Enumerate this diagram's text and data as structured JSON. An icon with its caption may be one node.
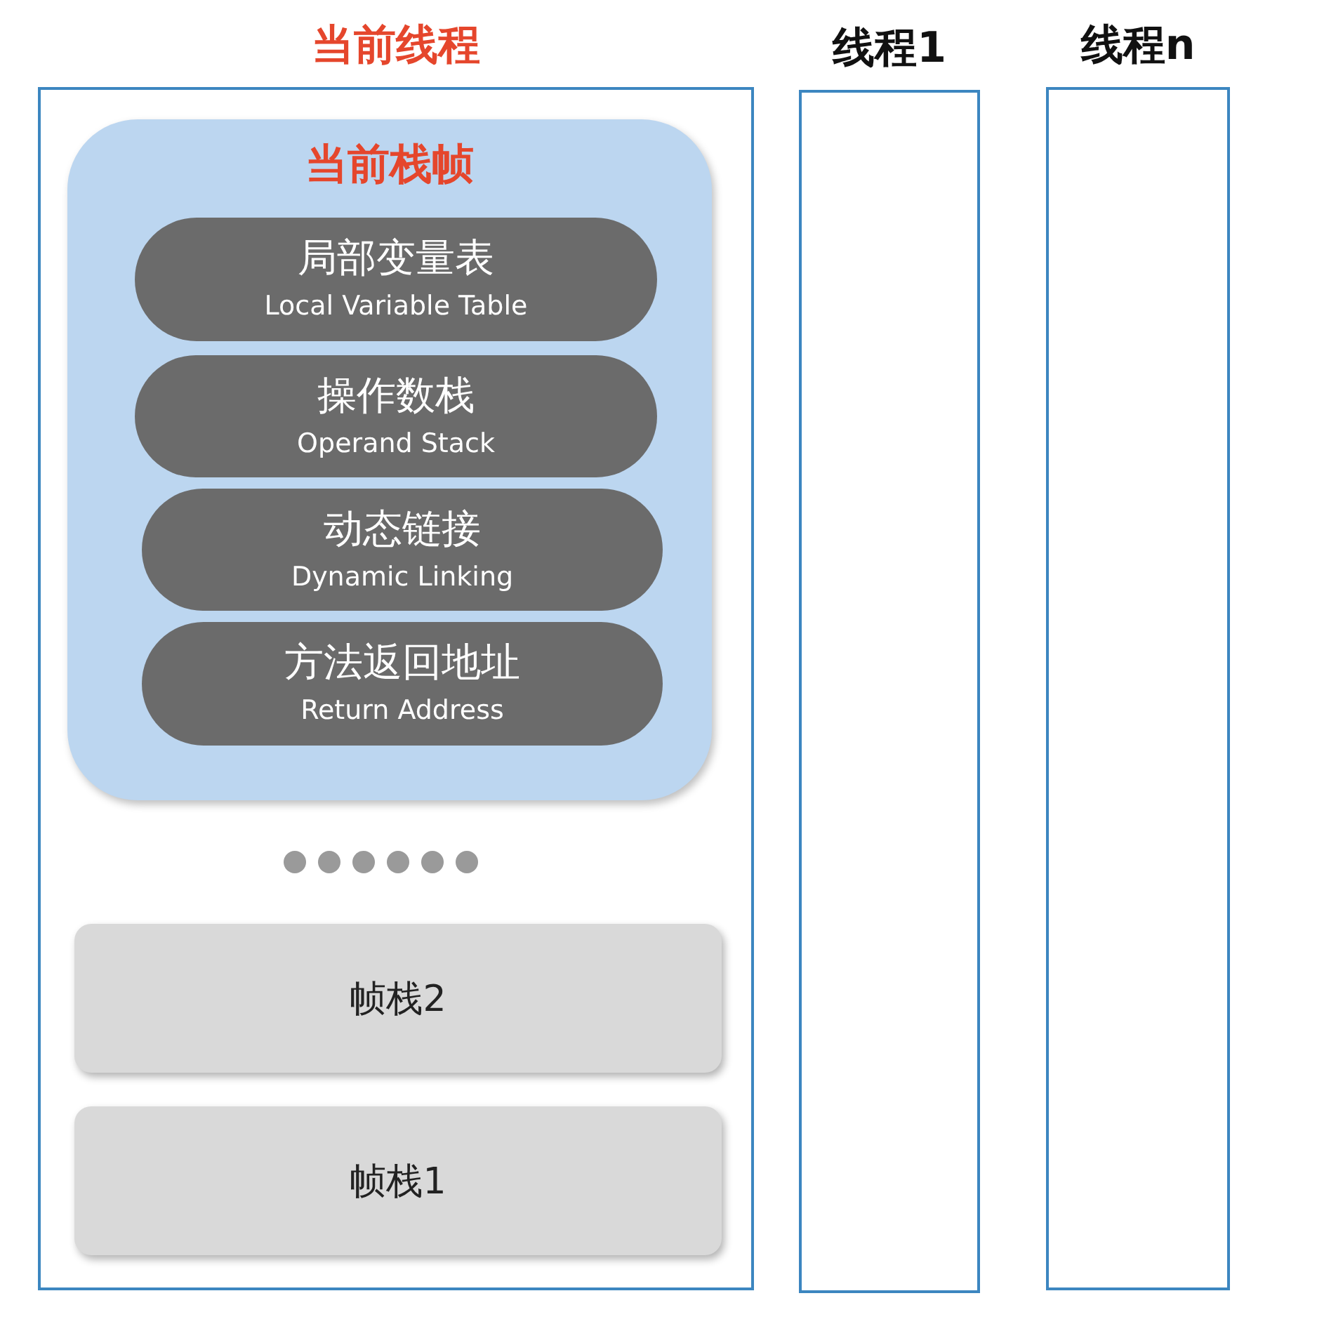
{
  "diagram": {
    "nodes": [
      {
        "text": [
          "当前线程"
        ]
      },
      {
        "text": [
          "当前栈帧"
        ],
        "in": 0
      },
      {
        "text": [
          "局部变量表",
          "Local Variable Table"
        ],
        "in": 1
      },
      {
        "text": [
          "操作数栈",
          "Operand Stack"
        ],
        "in": 1
      },
      {
        "text": [
          "动态链接",
          "Dynamic Linking"
        ],
        "in": 1
      },
      {
        "text": [
          "方法返回地址",
          "Return Address"
        ],
        "in": 1
      },
      {
        "text": [
          "帧栈2"
        ],
        "in": 0
      },
      {
        "text": [
          "帧栈1"
        ],
        "in": 0
      },
      {
        "text": [
          "线程1"
        ]
      },
      {
        "text": [
          "线程n"
        ]
      }
    ],
    "edges": []
  }
}
